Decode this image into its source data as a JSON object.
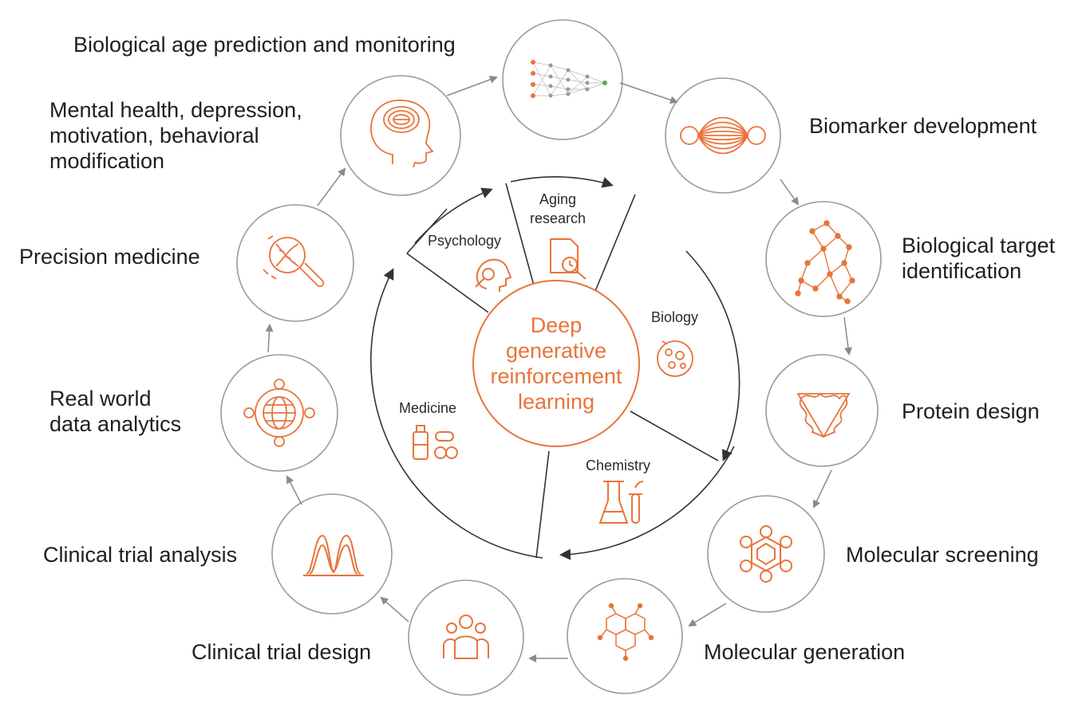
{
  "colors": {
    "accent": "#e8743b",
    "circle_stroke": "#9a9a9a",
    "arrow": "#8a8a8a",
    "text": "#1f1f1f"
  },
  "center": {
    "lines": [
      "Deep",
      "generative",
      "reinforcement",
      "learning"
    ]
  },
  "domains": {
    "aging": {
      "lines": [
        "Aging",
        "research"
      ],
      "icon": "document-search-icon"
    },
    "psychology": {
      "label": "Psychology",
      "icon": "head-search-icon"
    },
    "biology": {
      "label": "Biology",
      "icon": "petri-dish-icon"
    },
    "chemistry": {
      "label": "Chemistry",
      "icon": "flask-icon"
    },
    "medicine": {
      "label": "Medicine",
      "icon": "pills-icon"
    }
  },
  "applications": {
    "age": {
      "lines": [
        "Biological age prediction and monitoring"
      ],
      "icon": "neural-network-icon"
    },
    "biomarker": {
      "lines": [
        "Biomarker development"
      ],
      "icon": "spindle-icon"
    },
    "target": {
      "lines": [
        "Biological target",
        "identification"
      ],
      "icon": "network-graph-icon"
    },
    "protein": {
      "lines": [
        "Protein design"
      ],
      "icon": "protein-triangle-icon"
    },
    "screening": {
      "lines": [
        "Molecular screening"
      ],
      "icon": "hexagon-molecule-icon"
    },
    "generation": {
      "lines": [
        "Molecular generation"
      ],
      "icon": "molecule-lattice-icon"
    },
    "trial_design": {
      "lines": [
        "Clinical trial design"
      ],
      "icon": "people-group-icon"
    },
    "trial_analysis": {
      "lines": [
        "Clinical trial analysis"
      ],
      "icon": "peaks-chart-icon"
    },
    "rwd": {
      "lines": [
        "Real world",
        "data analytics"
      ],
      "icon": "globe-network-icon"
    },
    "precision": {
      "lines": [
        "Precision medicine"
      ],
      "icon": "dna-magnifier-icon"
    },
    "mental": {
      "lines": [
        "Mental health, depression,",
        "motivation, behavioral",
        "modification"
      ],
      "icon": "brain-head-icon"
    }
  }
}
